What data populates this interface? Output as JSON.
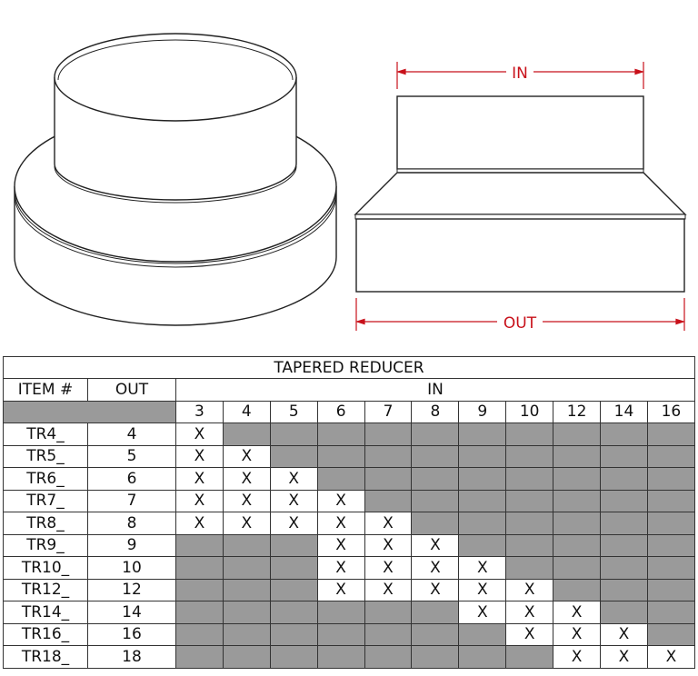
{
  "drawing": {
    "in_label": "IN",
    "out_label": "OUT",
    "dimension_color": "#c8101a"
  },
  "table": {
    "title": "TAPERED REDUCER",
    "headers": {
      "item": "ITEM #",
      "out": "OUT",
      "in": "IN"
    },
    "in_sizes": [
      "3",
      "4",
      "5",
      "6",
      "7",
      "8",
      "9",
      "10",
      "12",
      "14",
      "16"
    ],
    "mark": "X",
    "shade_color": "#9a9a9a",
    "rows": [
      {
        "item": "TR4_",
        "out": "4",
        "in_available": [
          "3"
        ]
      },
      {
        "item": "TR5_",
        "out": "5",
        "in_available": [
          "3",
          "4"
        ]
      },
      {
        "item": "TR6_",
        "out": "6",
        "in_available": [
          "3",
          "4",
          "5"
        ]
      },
      {
        "item": "TR7_",
        "out": "7",
        "in_available": [
          "3",
          "4",
          "5",
          "6"
        ]
      },
      {
        "item": "TR8_",
        "out": "8",
        "in_available": [
          "3",
          "4",
          "5",
          "6",
          "7"
        ]
      },
      {
        "item": "TR9_",
        "out": "9",
        "in_available": [
          "6",
          "7",
          "8"
        ]
      },
      {
        "item": "TR10_",
        "out": "10",
        "in_available": [
          "6",
          "7",
          "8",
          "9"
        ]
      },
      {
        "item": "TR12_",
        "out": "12",
        "in_available": [
          "6",
          "7",
          "8",
          "9",
          "10"
        ]
      },
      {
        "item": "TR14_",
        "out": "14",
        "in_available": [
          "9",
          "10",
          "12"
        ]
      },
      {
        "item": "TR16_",
        "out": "16",
        "in_available": [
          "10",
          "12",
          "14"
        ]
      },
      {
        "item": "TR18_",
        "out": "18",
        "in_available": [
          "12",
          "14",
          "16"
        ]
      }
    ]
  }
}
